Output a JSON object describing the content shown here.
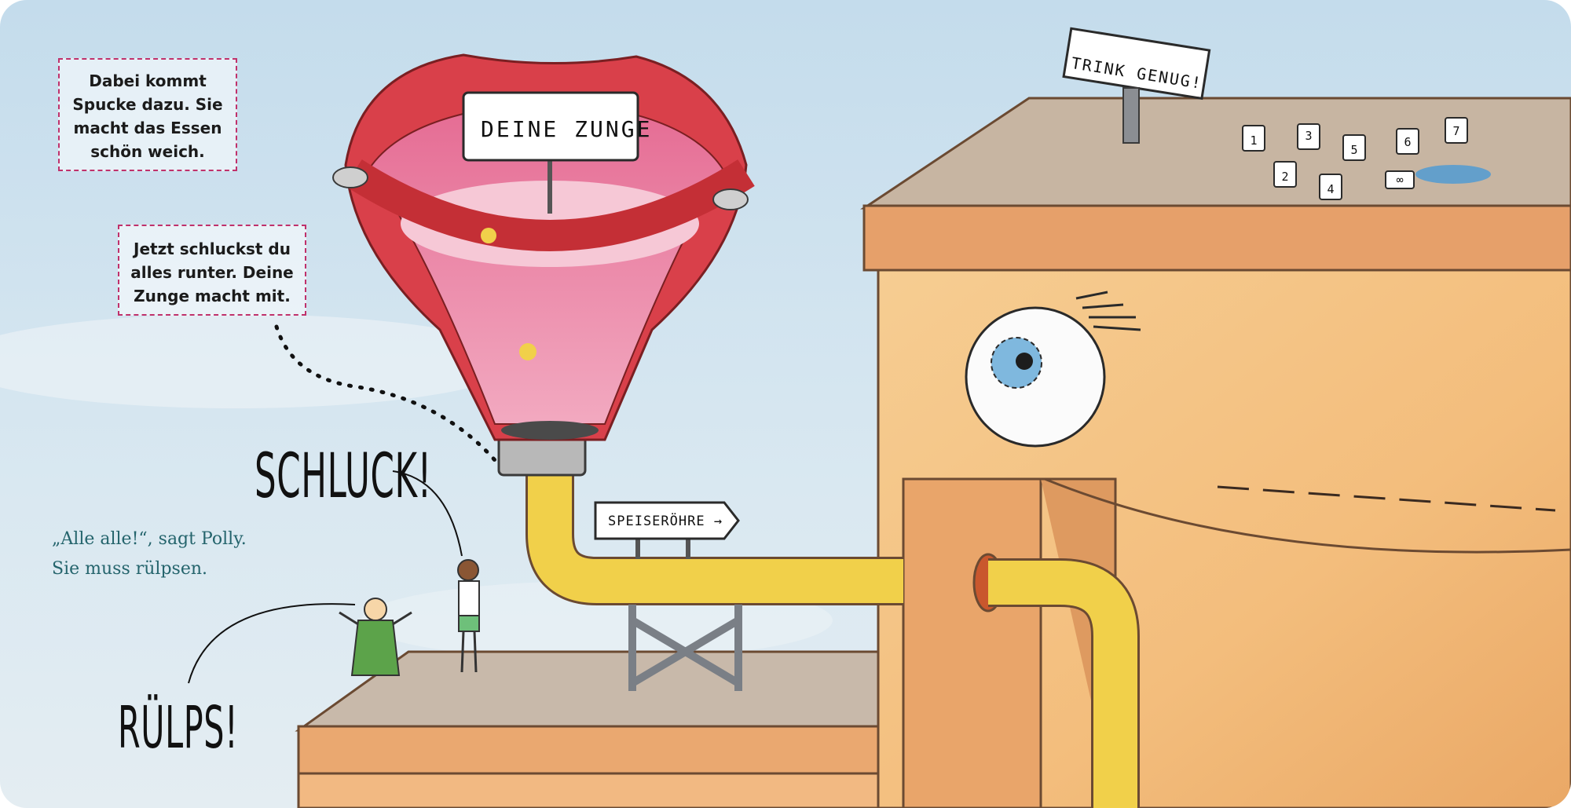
{
  "notes": {
    "note1_line1": "Dabei kommt",
    "note1_line2": "Spucke dazu. Sie",
    "note1_line3": "macht das Essen",
    "note1_line4": "schön weich.",
    "note2_line1": "Jetzt schluckst du",
    "note2_line2": "alles runter. Deine",
    "note2_bold": "Zunge",
    "note2_rest": " macht mit."
  },
  "quote": {
    "line1": "„Alle alle!“, sagt Polly.",
    "line2": "Sie muss rülpsen."
  },
  "sounds": {
    "schluck": "SCHLUCK!",
    "rulps": "RÜLPS!"
  },
  "signs": {
    "zunge": "DEINE ZUNGE",
    "speiseroehre": "SPEISERÖHRE →",
    "trink": "TRINK GENUG!"
  },
  "cups": [
    "1",
    "2",
    "3",
    "4",
    "5",
    "6",
    "7",
    "∞"
  ],
  "colors": {
    "sky": "#cfe2ee",
    "lips": "#e1433b",
    "mouth": "#e8789a",
    "pipe": "#f1d04a",
    "building": "#f2bd7c",
    "roof": "#c99f7e",
    "dashed_border": "#c0316b",
    "quote_text": "#24646c"
  }
}
